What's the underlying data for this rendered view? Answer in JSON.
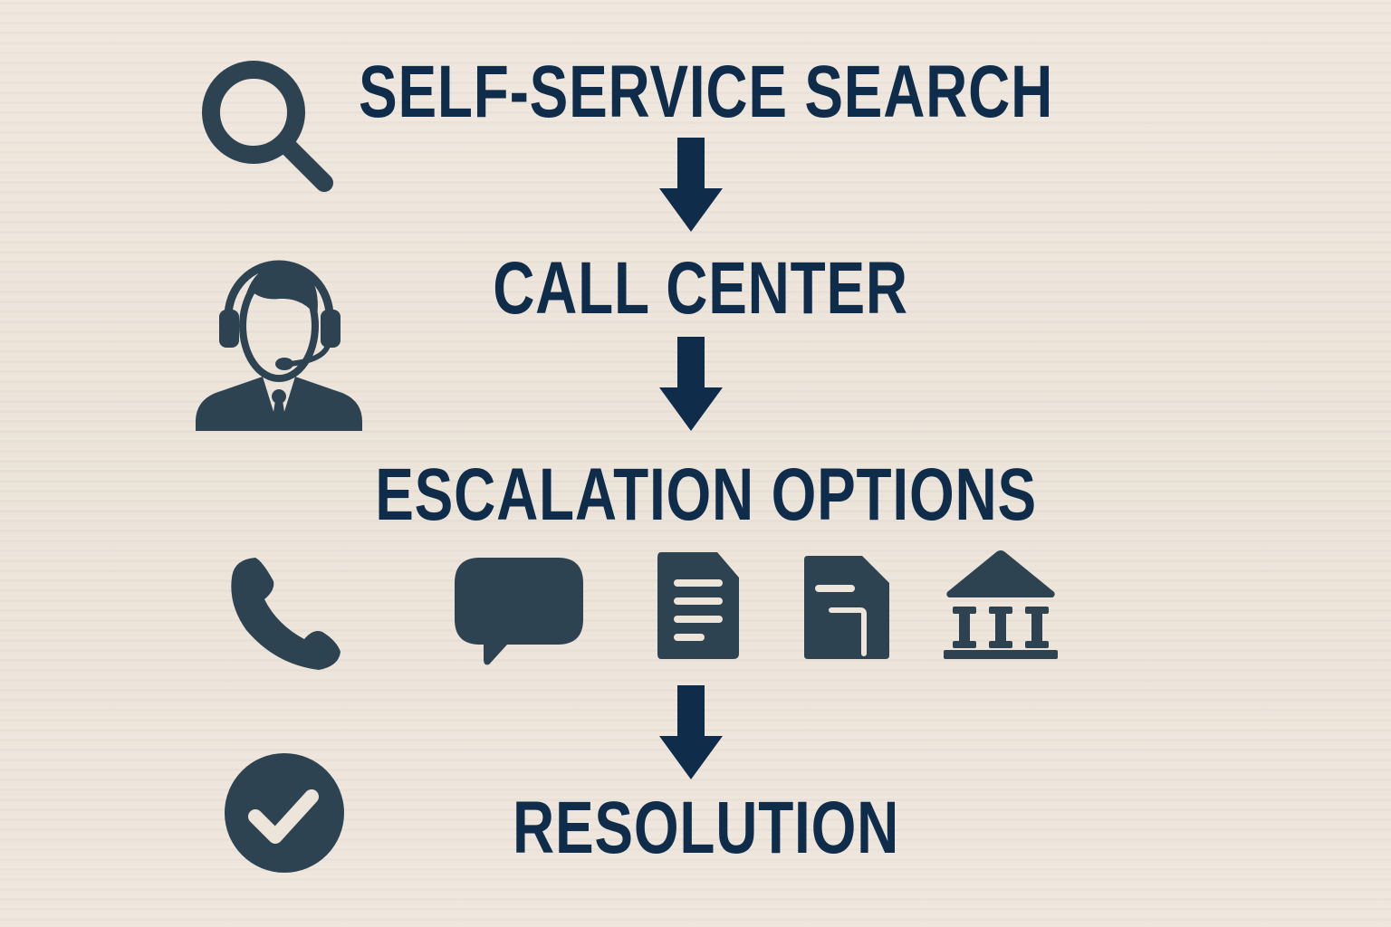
{
  "colors": {
    "background": "#ede4da",
    "text": "#0f2d4a",
    "arrow": "#0f2d4a",
    "icon": "#2e4352"
  },
  "flow": {
    "steps": [
      {
        "label": "SELF-SERVICE SEARCH",
        "icon": "search-icon"
      },
      {
        "label": "CALL CENTER",
        "icon": "headset-agent-icon"
      },
      {
        "label": "ESCALATION OPTIONS",
        "icon": "phone-icon"
      },
      {
        "label": "RESOLUTION",
        "icon": "check-circle-icon"
      }
    ],
    "escalation_icons": [
      "phone-icon",
      "chat-bubble-icon",
      "document-icon",
      "form-document-icon",
      "bank-institution-icon"
    ],
    "arrows": 3
  }
}
